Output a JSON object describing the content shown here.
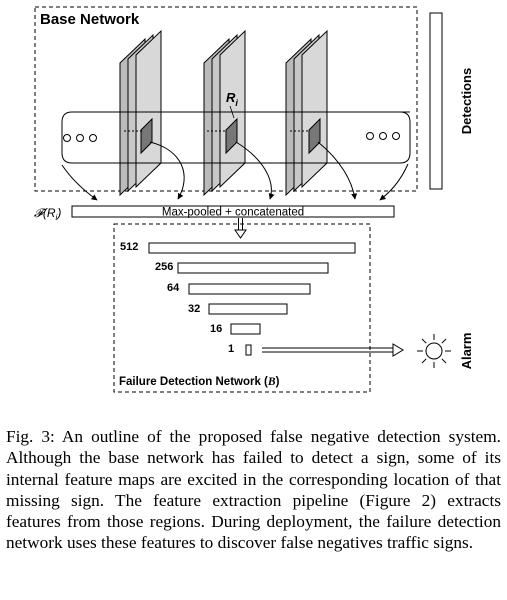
{
  "figure": {
    "base_network_label": "Base Network",
    "detections_label": "Detections",
    "region_label_letter": "R",
    "region_label_sub": "i",
    "feature_func": "𝓕(R",
    "feature_func_sub": "i",
    "feature_func_close": ")",
    "pool_label": "Max-pooled + concatenated",
    "layer_sizes": [
      "512",
      "256",
      "64",
      "32",
      "16",
      "1"
    ],
    "failure_net_label": "Failure Detection Network (",
    "failure_net_symbol": "B",
    "failure_net_close": ")",
    "alarm_label": "Alarm"
  },
  "caption": {
    "text": "Fig. 3: An outline of the proposed false negative detection system. Although the base network has failed to detect a sign, some of its internal feature maps are excited in the corresponding location of that missing sign. The feature extraction pipeline (Figure 2) extracts features from those regions. During deployment, the failure detection network uses these features to discover false negatives traffic signs."
  }
}
